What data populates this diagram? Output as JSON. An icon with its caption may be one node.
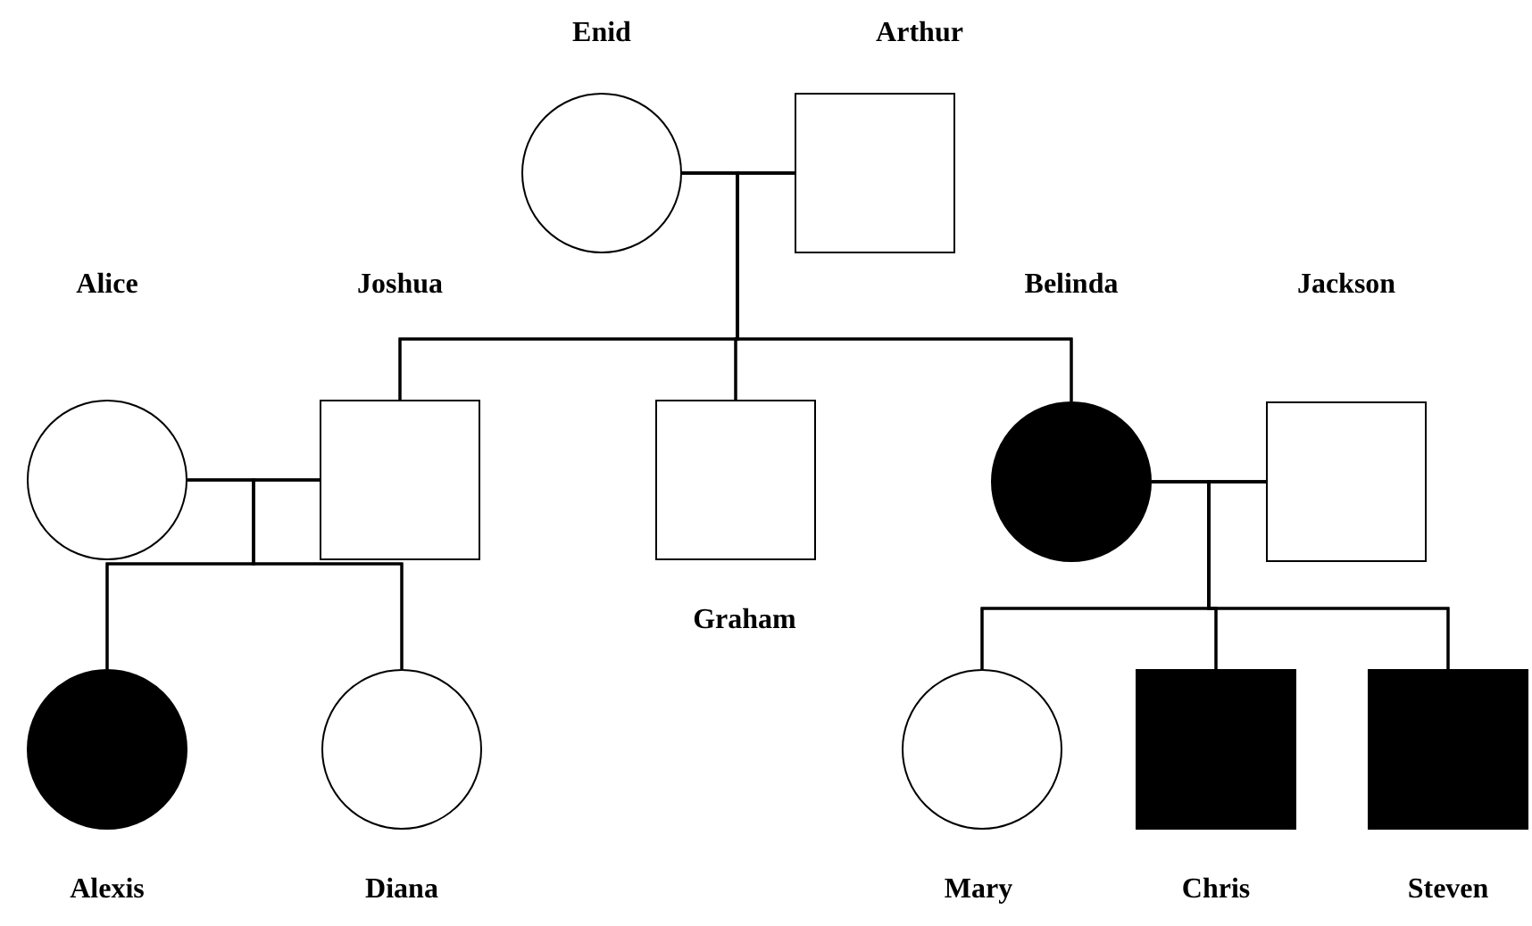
{
  "diagram": {
    "nodes": [
      {
        "text": [],
        "shape": "circle",
        "beside": [
          "Enid"
        ]
      },
      {
        "text": [],
        "shape": "box",
        "beside": [
          "Arthur"
        ]
      },
      {
        "text": [],
        "shape": "circle",
        "beside": [
          "Alice"
        ]
      },
      {
        "text": [],
        "shape": "box",
        "beside": [
          "Joshua"
        ]
      },
      {
        "text": [],
        "shape": "box",
        "beside": [
          "Graham"
        ]
      },
      {
        "text": [],
        "shape": "circle",
        "beside": [
          "Belinda"
        ]
      },
      {
        "text": [],
        "shape": "box",
        "beside": [
          "Jackson"
        ]
      },
      {
        "text": [],
        "shape": "circle",
        "beside": [
          "Alexis"
        ]
      },
      {
        "text": [],
        "shape": "circle",
        "beside": [
          "Diana"
        ]
      },
      {
        "text": [],
        "shape": "circle",
        "beside": [
          "Mary"
        ]
      },
      {
        "text": [],
        "shape": "box",
        "beside": [
          "Chris"
        ]
      },
      {
        "text": [],
        "shape": "box",
        "beside": [
          "Steven"
        ]
      }
    ],
    "edges": [
      {
        "from": 0,
        "to": 1,
        "arrow": "none"
      },
      {
        "from": 0,
        "to": 3,
        "arrow": "none"
      },
      {
        "from": 1,
        "to": 3,
        "arrow": "none"
      },
      {
        "from": 0,
        "to": 4,
        "arrow": "none"
      },
      {
        "from": 1,
        "to": 4,
        "arrow": "none"
      },
      {
        "from": 0,
        "to": 5,
        "arrow": "none"
      },
      {
        "from": 1,
        "to": 5,
        "arrow": "none"
      },
      {
        "from": 2,
        "to": 3,
        "arrow": "none"
      },
      {
        "from": 2,
        "to": 7,
        "arrow": "none"
      },
      {
        "from": 3,
        "to": 7,
        "arrow": "none"
      },
      {
        "from": 2,
        "to": 8,
        "arrow": "none"
      },
      {
        "from": 3,
        "to": 8,
        "arrow": "none"
      },
      {
        "from": 5,
        "to": 6,
        "arrow": "none"
      },
      {
        "from": 5,
        "to": 9,
        "arrow": "none"
      },
      {
        "from": 6,
        "to": 9,
        "arrow": "none"
      },
      {
        "from": 5,
        "to": 10,
        "arrow": "none"
      },
      {
        "from": 6,
        "to": 10,
        "arrow": "none"
      },
      {
        "from": 5,
        "to": 11,
        "arrow": "none"
      },
      {
        "from": 6,
        "to": 11,
        "arrow": "none"
      }
    ]
  }
}
